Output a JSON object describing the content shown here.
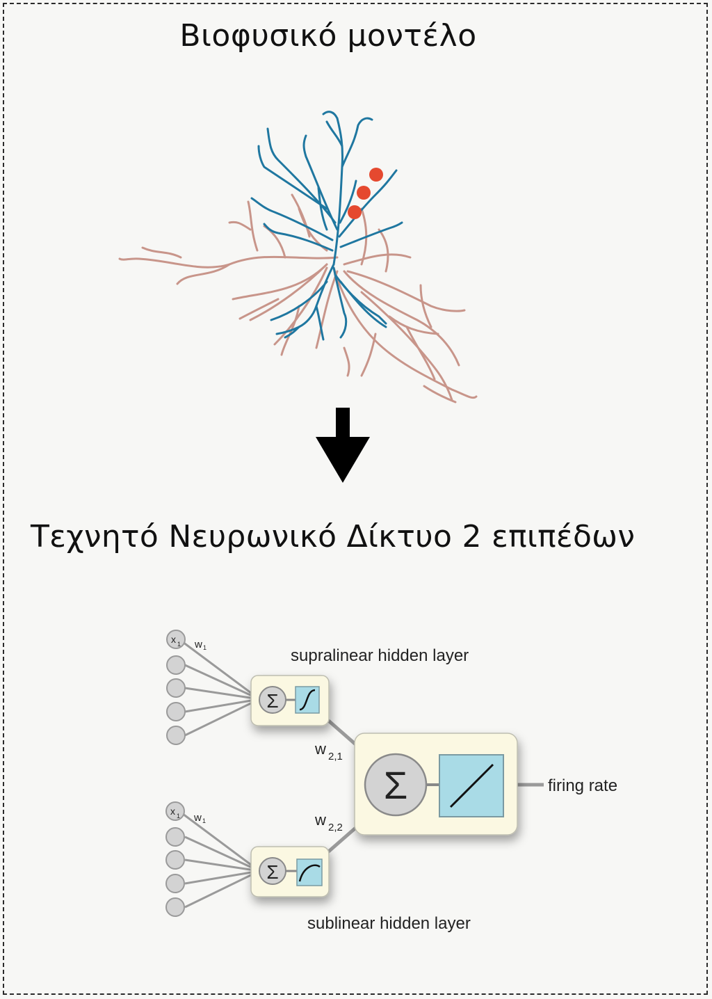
{
  "titles": {
    "top": "Βιοφυσικό μοντέλο",
    "middle": "Τεχνητό Νευρωνικό Δίκτυο 2 επιπέδων"
  },
  "network": {
    "input_top_label": "x",
    "input_top_sub": "1",
    "weight_top_label": "w",
    "weight_top_sub": "1",
    "input_bottom_label": "x",
    "input_bottom_sub": "1",
    "weight_bottom_label": "w",
    "weight_bottom_sub": "1",
    "supralinear_label": "supralinear hidden layer",
    "sublinear_label": "sublinear hidden layer",
    "w21_label": "w",
    "w21_sub": "2,1",
    "w22_label": "w",
    "w22_sub": "2,2",
    "output_label": "firing rate",
    "sum_symbol": "Σ"
  },
  "colors": {
    "dendrite_apical": "#1f77a0",
    "dendrite_basal": "#c8958a",
    "synapse": "#e5492f",
    "box_fill": "#fbf8e2",
    "activation_fill": "#a9dbe6",
    "node_fill": "#d3d3d3"
  }
}
